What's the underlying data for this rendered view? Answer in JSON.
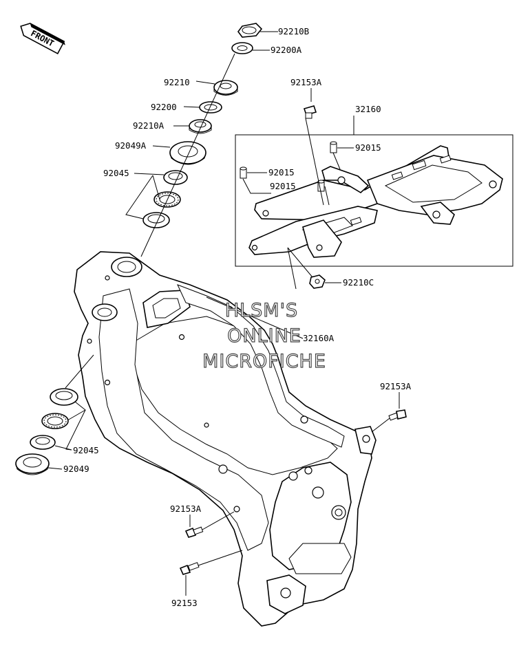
{
  "direction_badge": {
    "text": "FRONT",
    "icon": "front-arrow-icon"
  },
  "callouts": {
    "nut_92210B": "92210B",
    "washer_92200A": "92200A",
    "nut_92210": "92210",
    "washer_92200": "92200",
    "nut_92210A": "92210A",
    "seal_92049A": "92049A",
    "bearing_92045_upper": "92045",
    "bolt_92153A_top": "92153A",
    "subframe_32160": "32160",
    "collar_92015_a": "92015",
    "collar_92015_b": "92015",
    "collar_92015_c": "92015",
    "nut_92210C": "92210C",
    "frame_32160A": "32160A",
    "bolt_92153A_right": "92153A",
    "bearing_92045_lower": "92045",
    "seal_92049": "92049",
    "bolt_92153A_left": "92153A",
    "bolt_92153": "92153"
  },
  "watermark": {
    "line1": "HLSM'S",
    "line2": "ONLINE",
    "line3": "MICROFICHE"
  }
}
